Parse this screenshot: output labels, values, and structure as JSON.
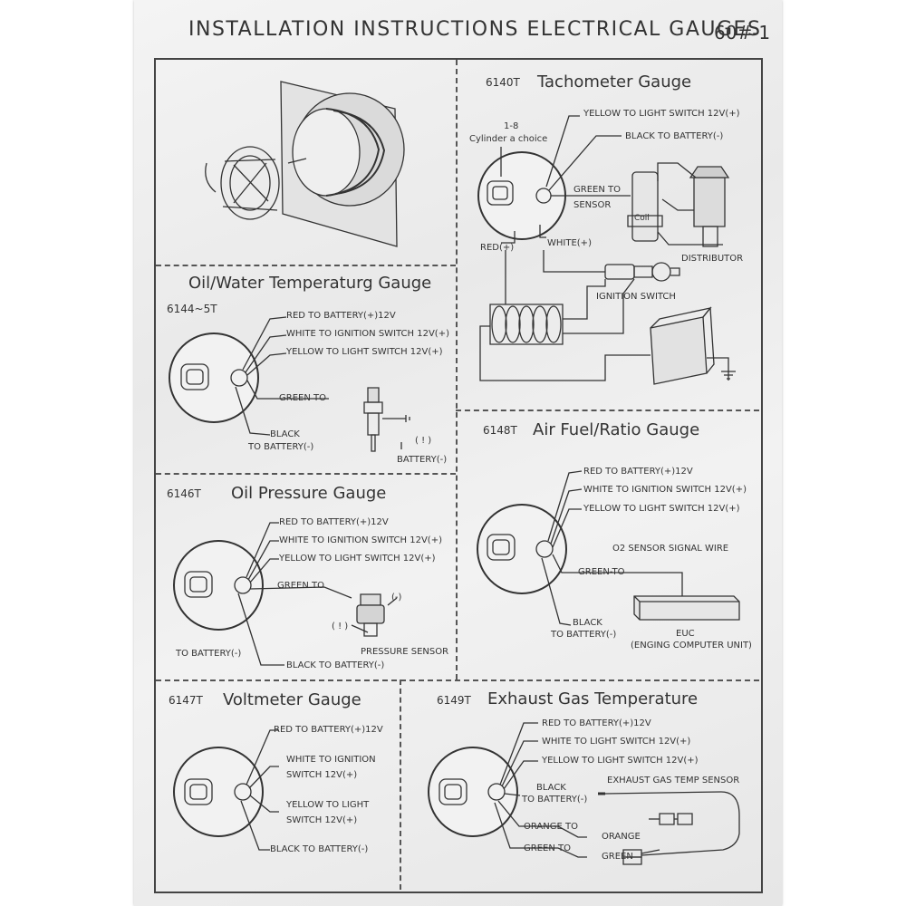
{
  "header": {
    "title": "INSTALLATION INSTRUCTIONS ELECTRICAL GAUGES",
    "page_code": "60#-1"
  },
  "tach": {
    "code": "6140T",
    "title": "Tachometer Gauge",
    "cyl_1": "1-8",
    "cyl_2": "Cylinder a choice",
    "yellow": "YELLOW  TO LIGHT SWITCH 12V(+)",
    "black": "BLACK  TO BATTERY(-)",
    "green_1": "GREEN TO",
    "green_2": "SENSOR",
    "red": "RED(+)",
    "white": "WHITE(+)",
    "coil": "Coil",
    "distributor": "DISTRIBUTOR",
    "ignition": "IGNITION SWITCH"
  },
  "oil_water": {
    "title": "Oil/Water Temperaturg Gauge",
    "code": "6144~5T",
    "red": "RED TO BATTERY(+)12V",
    "white": "WHITE   TO IGNITION SWITCH 12V(+)",
    "yellow": "YELLOW   TO LIGHT SWITCH 12V(+)",
    "green": "GREEN TO",
    "black_1": "BLACK",
    "black_2": "TO BATTERY(-)",
    "neg": "(  !  )",
    "battery": "BATTERY(-)"
  },
  "afr": {
    "code": "6148T",
    "title": "Air Fuel/Ratio Gauge",
    "red": "RED  TO  BATTERY(+)12V",
    "white": "WHITE   TO IGNITION SWITCH 12V(+)",
    "yellow": "YELLOW   TO LIGHT SWITCH 12V(+)",
    "o2": "O2 SENSOR SIGNAL WIRE",
    "green": "GREEN-TO",
    "black_1": "BLACK",
    "black_2": "TO BATTERY(-)",
    "euc_1": "EUC",
    "euc_2": "(ENGING COMPUTER UNIT)"
  },
  "oil_pressure": {
    "code": "6146T",
    "title": "Oil Pressure Gauge",
    "red": "RED  TO  BATTERY(+)12V",
    "white": "WHITE   TO IGNITION SWITCH 12V(+)",
    "yellow": "YELLOW   TO LIGHT SWITCH 12V(+)",
    "green": "GREEN TO",
    "neg": "(-)",
    "pos": "( ! )",
    "sensor": "PRESSURE SENSOR",
    "to_battery": "TO BATTERY(-)",
    "black": "BLACK TO BATTERY(-)"
  },
  "volt": {
    "code": "6147T",
    "title": "Voltmeter Gauge",
    "red": "RED  TO  BATTERY(+)12V",
    "white_1": "WHITE   TO IGNITION",
    "white_2": "SWITCH 12V(+)",
    "yellow_1": "YELLOW   TO LIGHT",
    "yellow_2": "SWITCH 12V(+)",
    "black": "BLACK  TO BATTERY(-)"
  },
  "egt": {
    "code": "6149T",
    "title": "Exhaust Gas Temperature",
    "red": "RED  TO  BATTERY(+)12V",
    "white": "WHITE   TO LIGHT SWITCH 12V(+)",
    "yellow": "YELLOW   TO LIGHT SWITCH 12V(+)",
    "black_1": "BLACK",
    "black_2": "TO BATTERY(-)",
    "sensor": "EXHAUST GAS TEMP SENSOR",
    "orange_to": "ORANGE TO",
    "orange": "ORANGE",
    "green_to": "GREEN TO",
    "green": "GREEN"
  }
}
